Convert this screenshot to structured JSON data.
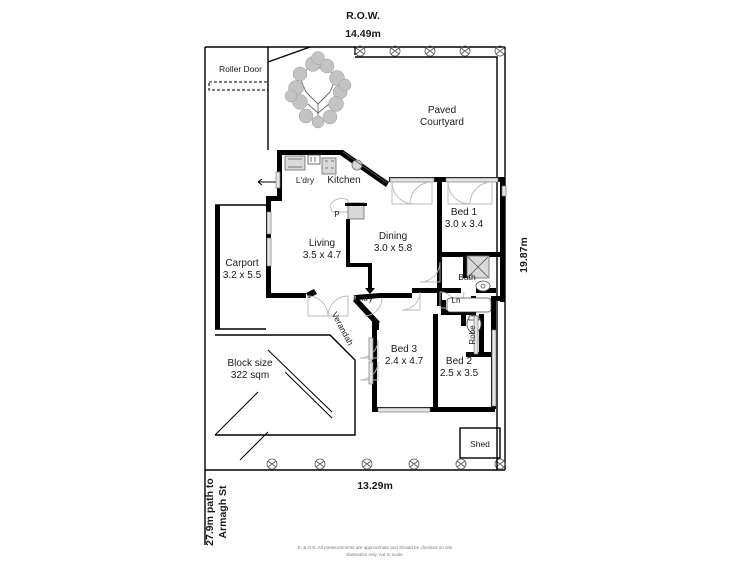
{
  "document": {
    "type": "real-estate-floor-plan",
    "background_color": "#ffffff",
    "line_color": "#000000"
  },
  "top": {
    "row_label": "R.O.W.",
    "row_dimension": "14.49m"
  },
  "dimensions": {
    "top": "14.49m",
    "right": "19.87m",
    "bottom": "13.29m",
    "left_path_line1": "27.9m path to",
    "left_path_line2": "Armagh St"
  },
  "outdoor": {
    "roller_door": "Roller Door",
    "courtyard_line1": "Paved",
    "courtyard_line2": "Courtyard",
    "shed": "Shed",
    "verandah": "Verandah",
    "block_size_line1": "Block size",
    "block_size_line2": "322 sqm"
  },
  "rooms": [
    {
      "name": "L'dry",
      "size": ""
    },
    {
      "name": "Kitchen",
      "size": ""
    },
    {
      "name": "Living",
      "size": "3.5 x 4.7"
    },
    {
      "name": "Dining",
      "size": "3.0 x 5.8"
    },
    {
      "name": "Bed 1",
      "size": "3.0 x 3.4"
    },
    {
      "name": "Bed 2",
      "size": "2.5 x 3.5"
    },
    {
      "name": "Bed 3",
      "size": "2.4 x 4.7"
    },
    {
      "name": "Carport",
      "size": "3.2 x 5.5"
    },
    {
      "name": "Bath",
      "size": ""
    },
    {
      "name": "Entry",
      "size": ""
    },
    {
      "name": "Ln",
      "size": ""
    },
    {
      "name": "Robe",
      "size": ""
    },
    {
      "name": "P",
      "size": ""
    }
  ],
  "disclaimer": {
    "line1": "E. & O.E. All measurements are approximate and should be checked on site",
    "line2": "Illustration only, not to scale."
  }
}
